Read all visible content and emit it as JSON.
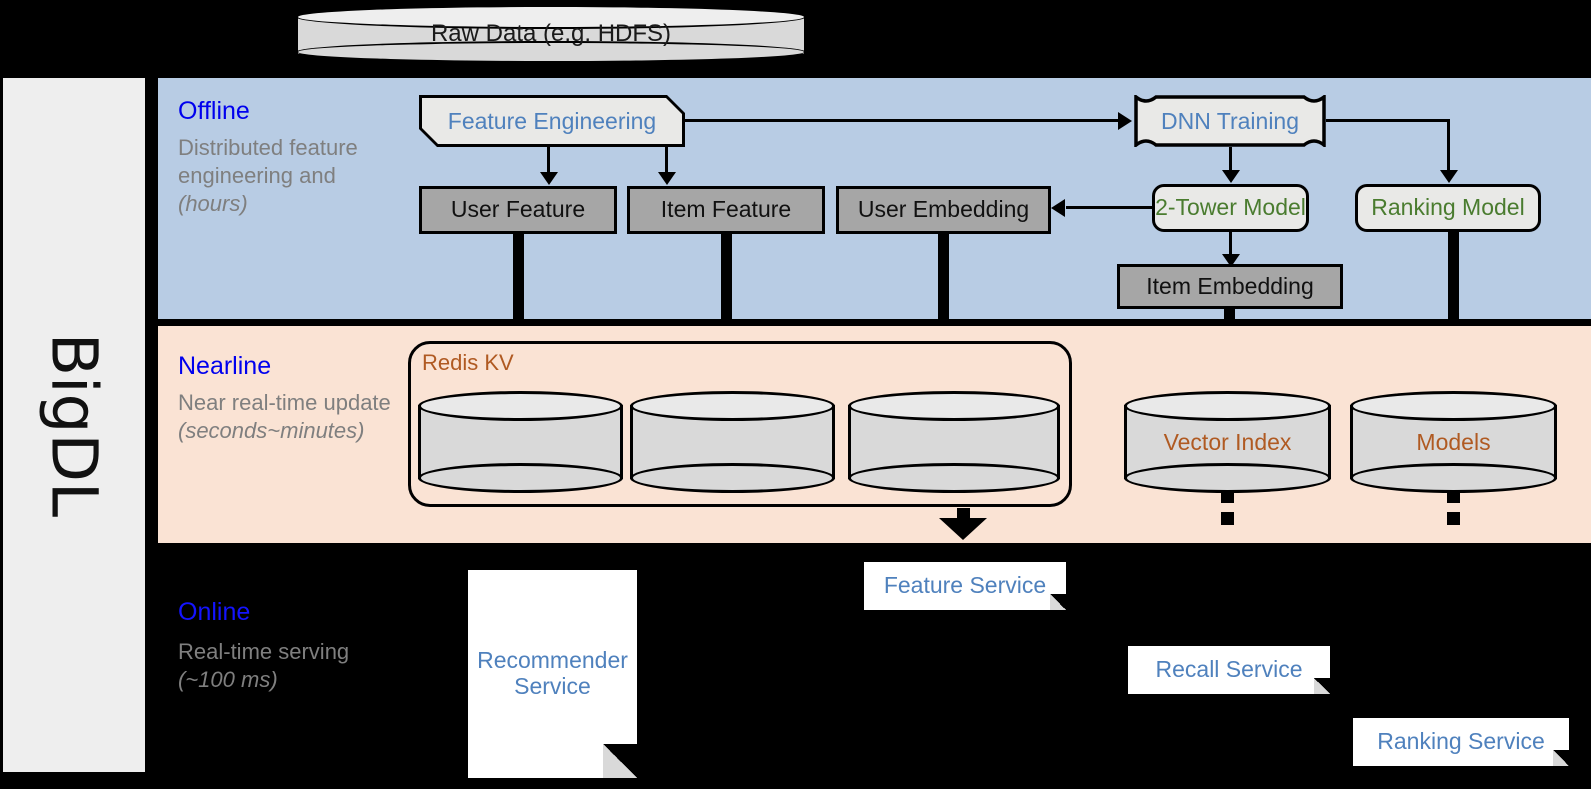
{
  "sidebar": {
    "label": "BigDL"
  },
  "top": {
    "raw_data": "Raw Data (e.g. HDFS)"
  },
  "bands": [
    {
      "id": "offline",
      "title": "Offline",
      "subtitle": "Distributed feature engineering and ",
      "subtitle_italic": "(hours)",
      "bg": "#b8cce4"
    },
    {
      "id": "nearline",
      "title": "Nearline",
      "subtitle": "Near real-time update ",
      "subtitle_italic": "(seconds~minutes)",
      "bg": "#fae3d4"
    },
    {
      "id": "online",
      "title": "Online",
      "subtitle": "Real-time serving ",
      "subtitle_italic": "(~100 ms)",
      "bg": "#000000"
    }
  ],
  "offline": {
    "feature_engineering": "Feature Engineering",
    "dnn_training": "DNN Training",
    "user_feature": "User Feature",
    "item_feature": "Item Feature",
    "user_embedding": "User Embedding",
    "two_tower_model": "2-Tower Model",
    "ranking_model": "Ranking Model",
    "item_embedding": "Item Embedding"
  },
  "nearline": {
    "redis_kv": "Redis KV",
    "store_1": "",
    "store_2": "",
    "store_3": "",
    "vector_index": "Vector Index",
    "models": "Models"
  },
  "online": {
    "recommender_service": "Recommender Service",
    "feature_service": "Feature Service",
    "recall_service": "Recall Service",
    "ranking_service": "Ranking Service"
  },
  "colors": {
    "offline_band": "#b8cce4",
    "nearline_band": "#fae3d4",
    "online_band": "#000000",
    "band_title": "#0000ee",
    "band_subtitle": "#7f7f7f",
    "blue_text": "#4f81bd",
    "green_text": "#4a7c2f",
    "brown_text": "#b05a22",
    "grey_box": "#a6a6a6",
    "light_box": "#e9e9e7",
    "cylinder": "#d9d9d9",
    "rail": "#eeeeee"
  }
}
